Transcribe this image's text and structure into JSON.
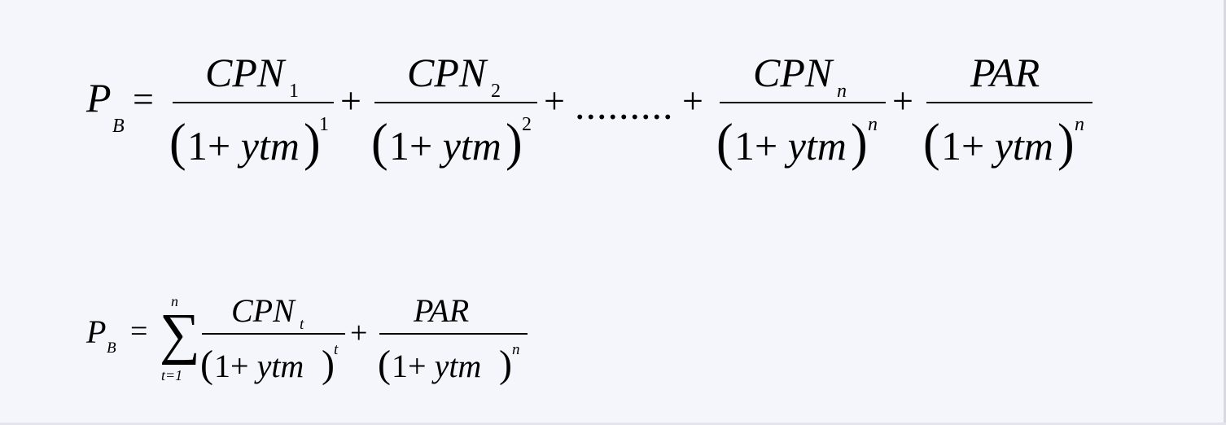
{
  "formula_1": {
    "lhs": {
      "symbol": "P",
      "subscript": "B",
      "equals": "="
    },
    "terms": [
      {
        "numerator": "CPN",
        "numerator_subscript": "1",
        "denominator": "1+ ytm",
        "exponent": "1"
      },
      {
        "numerator": "CPN",
        "numerator_subscript": "2",
        "denominator": "1+ ytm",
        "exponent": "2"
      },
      {
        "numerator": "CPN",
        "numerator_subscript": "n",
        "denominator": "1+ ytm",
        "exponent": "n"
      },
      {
        "numerator": "PAR",
        "numerator_subscript": "",
        "denominator": "1+ ytm",
        "exponent": "n"
      }
    ],
    "plus": "+",
    "ellipsis": "........."
  },
  "formula_2": {
    "lhs": {
      "symbol": "P",
      "subscript": "B",
      "equals": "="
    },
    "sum": {
      "symbol": "∑",
      "upper": "n",
      "lower": "t=1"
    },
    "terms": [
      {
        "numerator": "CPN",
        "numerator_subscript": "t",
        "denominator": "1+ ytm",
        "exponent": "t"
      },
      {
        "numerator": "PAR",
        "numerator_subscript": "",
        "denominator": "1+ ytm",
        "exponent": "n"
      }
    ],
    "plus": "+"
  }
}
